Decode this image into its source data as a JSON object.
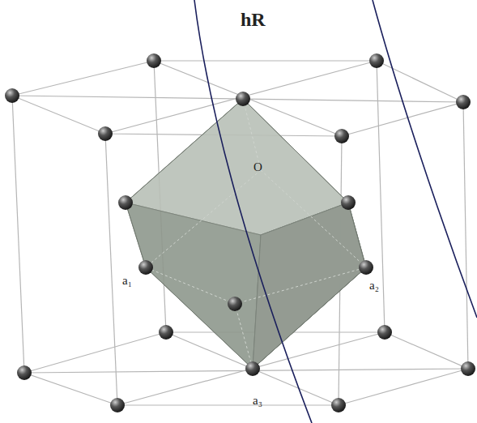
{
  "diagram": {
    "title": "hR",
    "labels": [
      "O",
      "a₁",
      "a₂",
      "a₃"
    ]
  }
}
